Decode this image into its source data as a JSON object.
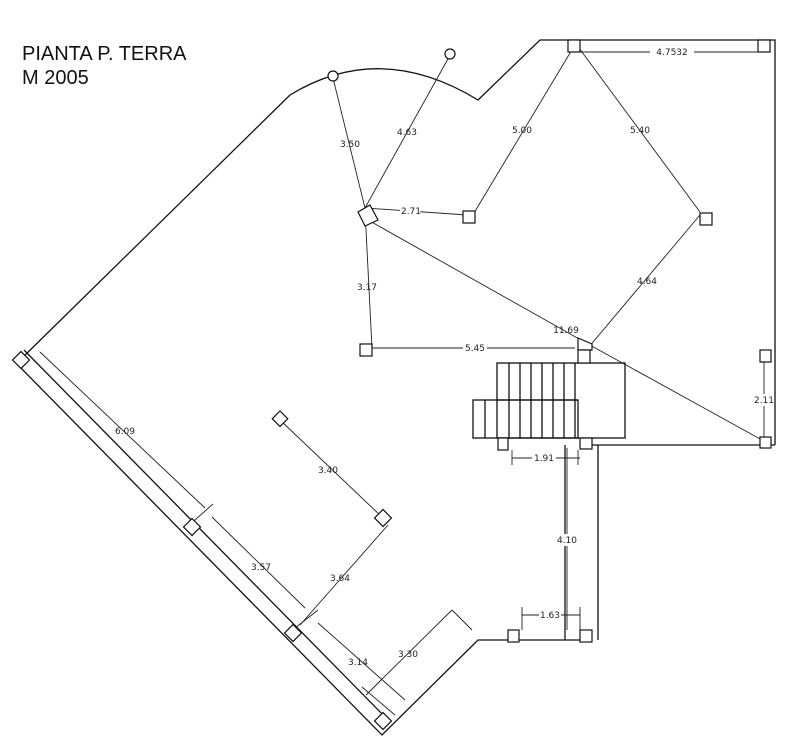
{
  "title": {
    "line1": "PIANTA P. TERRA",
    "line2": "M 2005"
  },
  "dimensions": {
    "d350": "3.50",
    "d463": "4.63",
    "d500": "5.00",
    "d540": "5.40",
    "d4753": "4.7532",
    "d271": "2.71",
    "d317": "3.17",
    "d545": "5.45",
    "d1169": "11.69",
    "d464": "4.64",
    "d211": "2.11",
    "d191": "1.91",
    "d410": "4.10",
    "d163": "1.63",
    "d609": "6.09",
    "d340": "3.40",
    "d357": "3.57",
    "d364": "3.64",
    "d314": "3.14",
    "d330": "3.30"
  }
}
